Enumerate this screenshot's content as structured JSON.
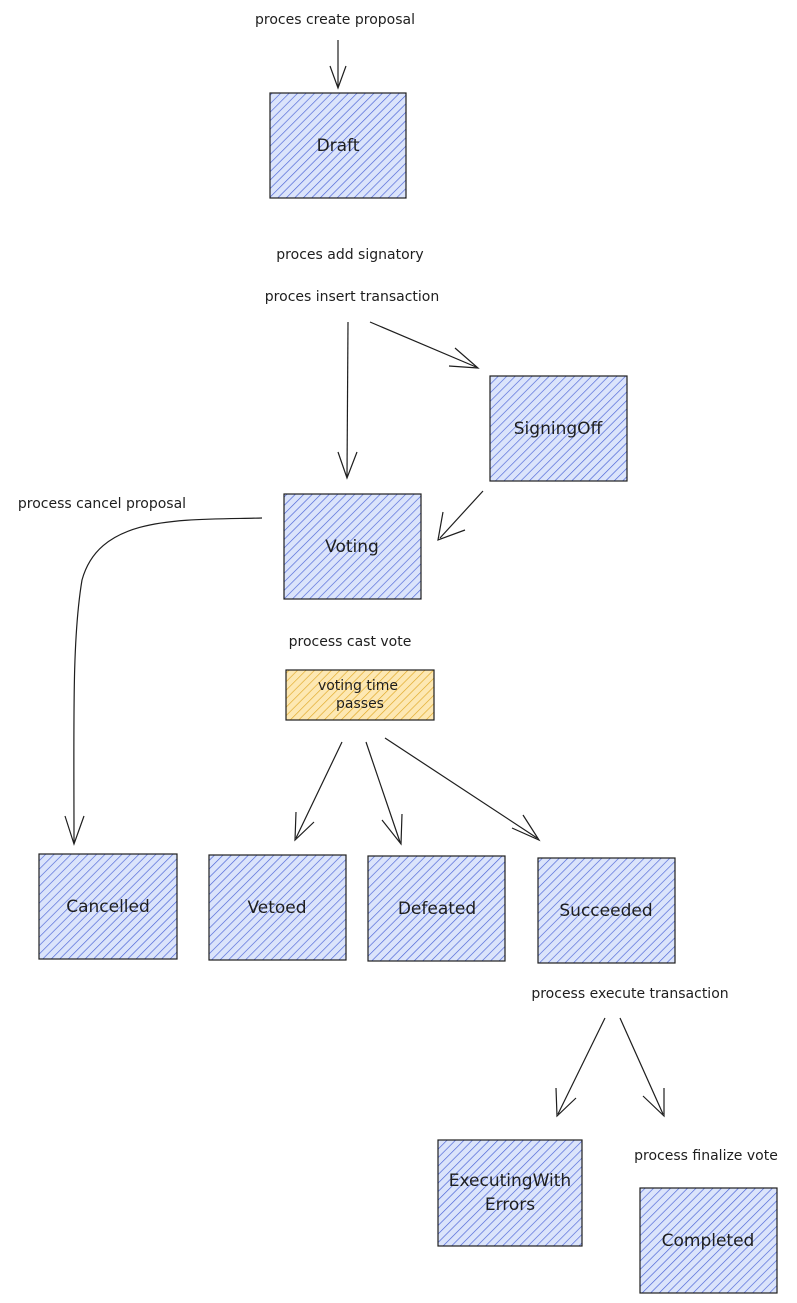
{
  "labels": {
    "create_proposal": "proces create proposal",
    "add_signatory": "proces add signatory",
    "insert_transaction": "proces insert transaction",
    "cancel_proposal": "process cancel proposal",
    "cast_vote": "process cast vote",
    "execute_transaction": "process execute transaction",
    "finalize_vote": "process finalize vote"
  },
  "states": {
    "draft": "Draft",
    "signing_off": "SigningOff",
    "voting": "Voting",
    "cancelled": "Cancelled",
    "vetoed": "Vetoed",
    "defeated": "Defeated",
    "succeeded": "Succeeded",
    "executing_with_errors_line1": "ExecutingWith",
    "executing_with_errors_line2": "Errors",
    "completed": "Completed"
  },
  "note": {
    "line1": "voting time",
    "line2": "passes"
  },
  "colors": {
    "state_fill": "#dbe4fb",
    "state_hatch": "#4a63d6",
    "note_fill": "#fde8b3",
    "note_hatch": "#e0a826",
    "stroke": "#1e1e1e"
  }
}
